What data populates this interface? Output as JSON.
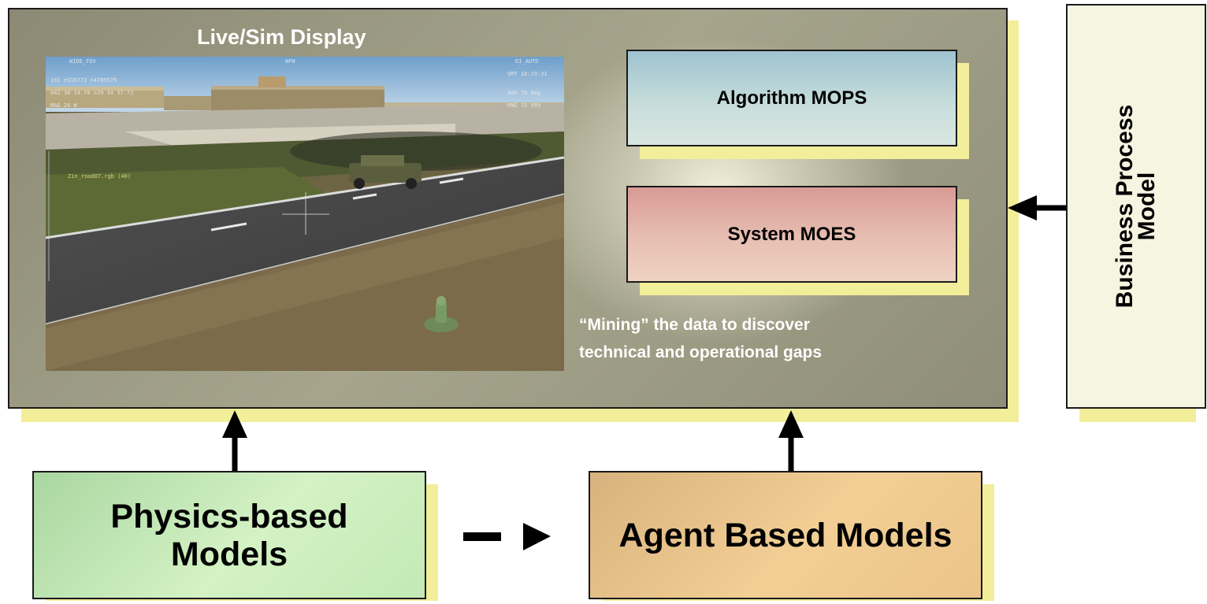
{
  "live_sim": {
    "title": "Live/Sim Display",
    "hud": {
      "top_left": "WIDE_FOV",
      "top_center": "NFW",
      "top_right": "DI_AUTO",
      "line1": "101 e316773 n4709575",
      "line2": "042 30 14.70 n29 34 37.72",
      "line3": "MAG  24 W",
      "time": "GMT 18:29:31",
      "heading": "AOG  76 deg",
      "range": "RNG 15 999",
      "target": "Zin_road07.rgb (40)"
    }
  },
  "measures": {
    "mops": "Algorithm MOPS",
    "moes": "System MOES"
  },
  "mining_note": {
    "line1": "“Mining” the data to discover",
    "line2": "technical and operational gaps"
  },
  "business_process": {
    "line1": "Business Process",
    "line2": "Model"
  },
  "models": {
    "physics": {
      "line1": "Physics-based",
      "line2": "Models"
    },
    "agent": "Agent Based Models"
  },
  "colors": {
    "panel": "#9a9882",
    "shadow": "#f2ee9a",
    "mops": "#b7d4d8",
    "moes": "#e8c2b4",
    "physics": "#c3e9b6",
    "agent": "#f2cf95",
    "business": "#f5f5e2"
  }
}
